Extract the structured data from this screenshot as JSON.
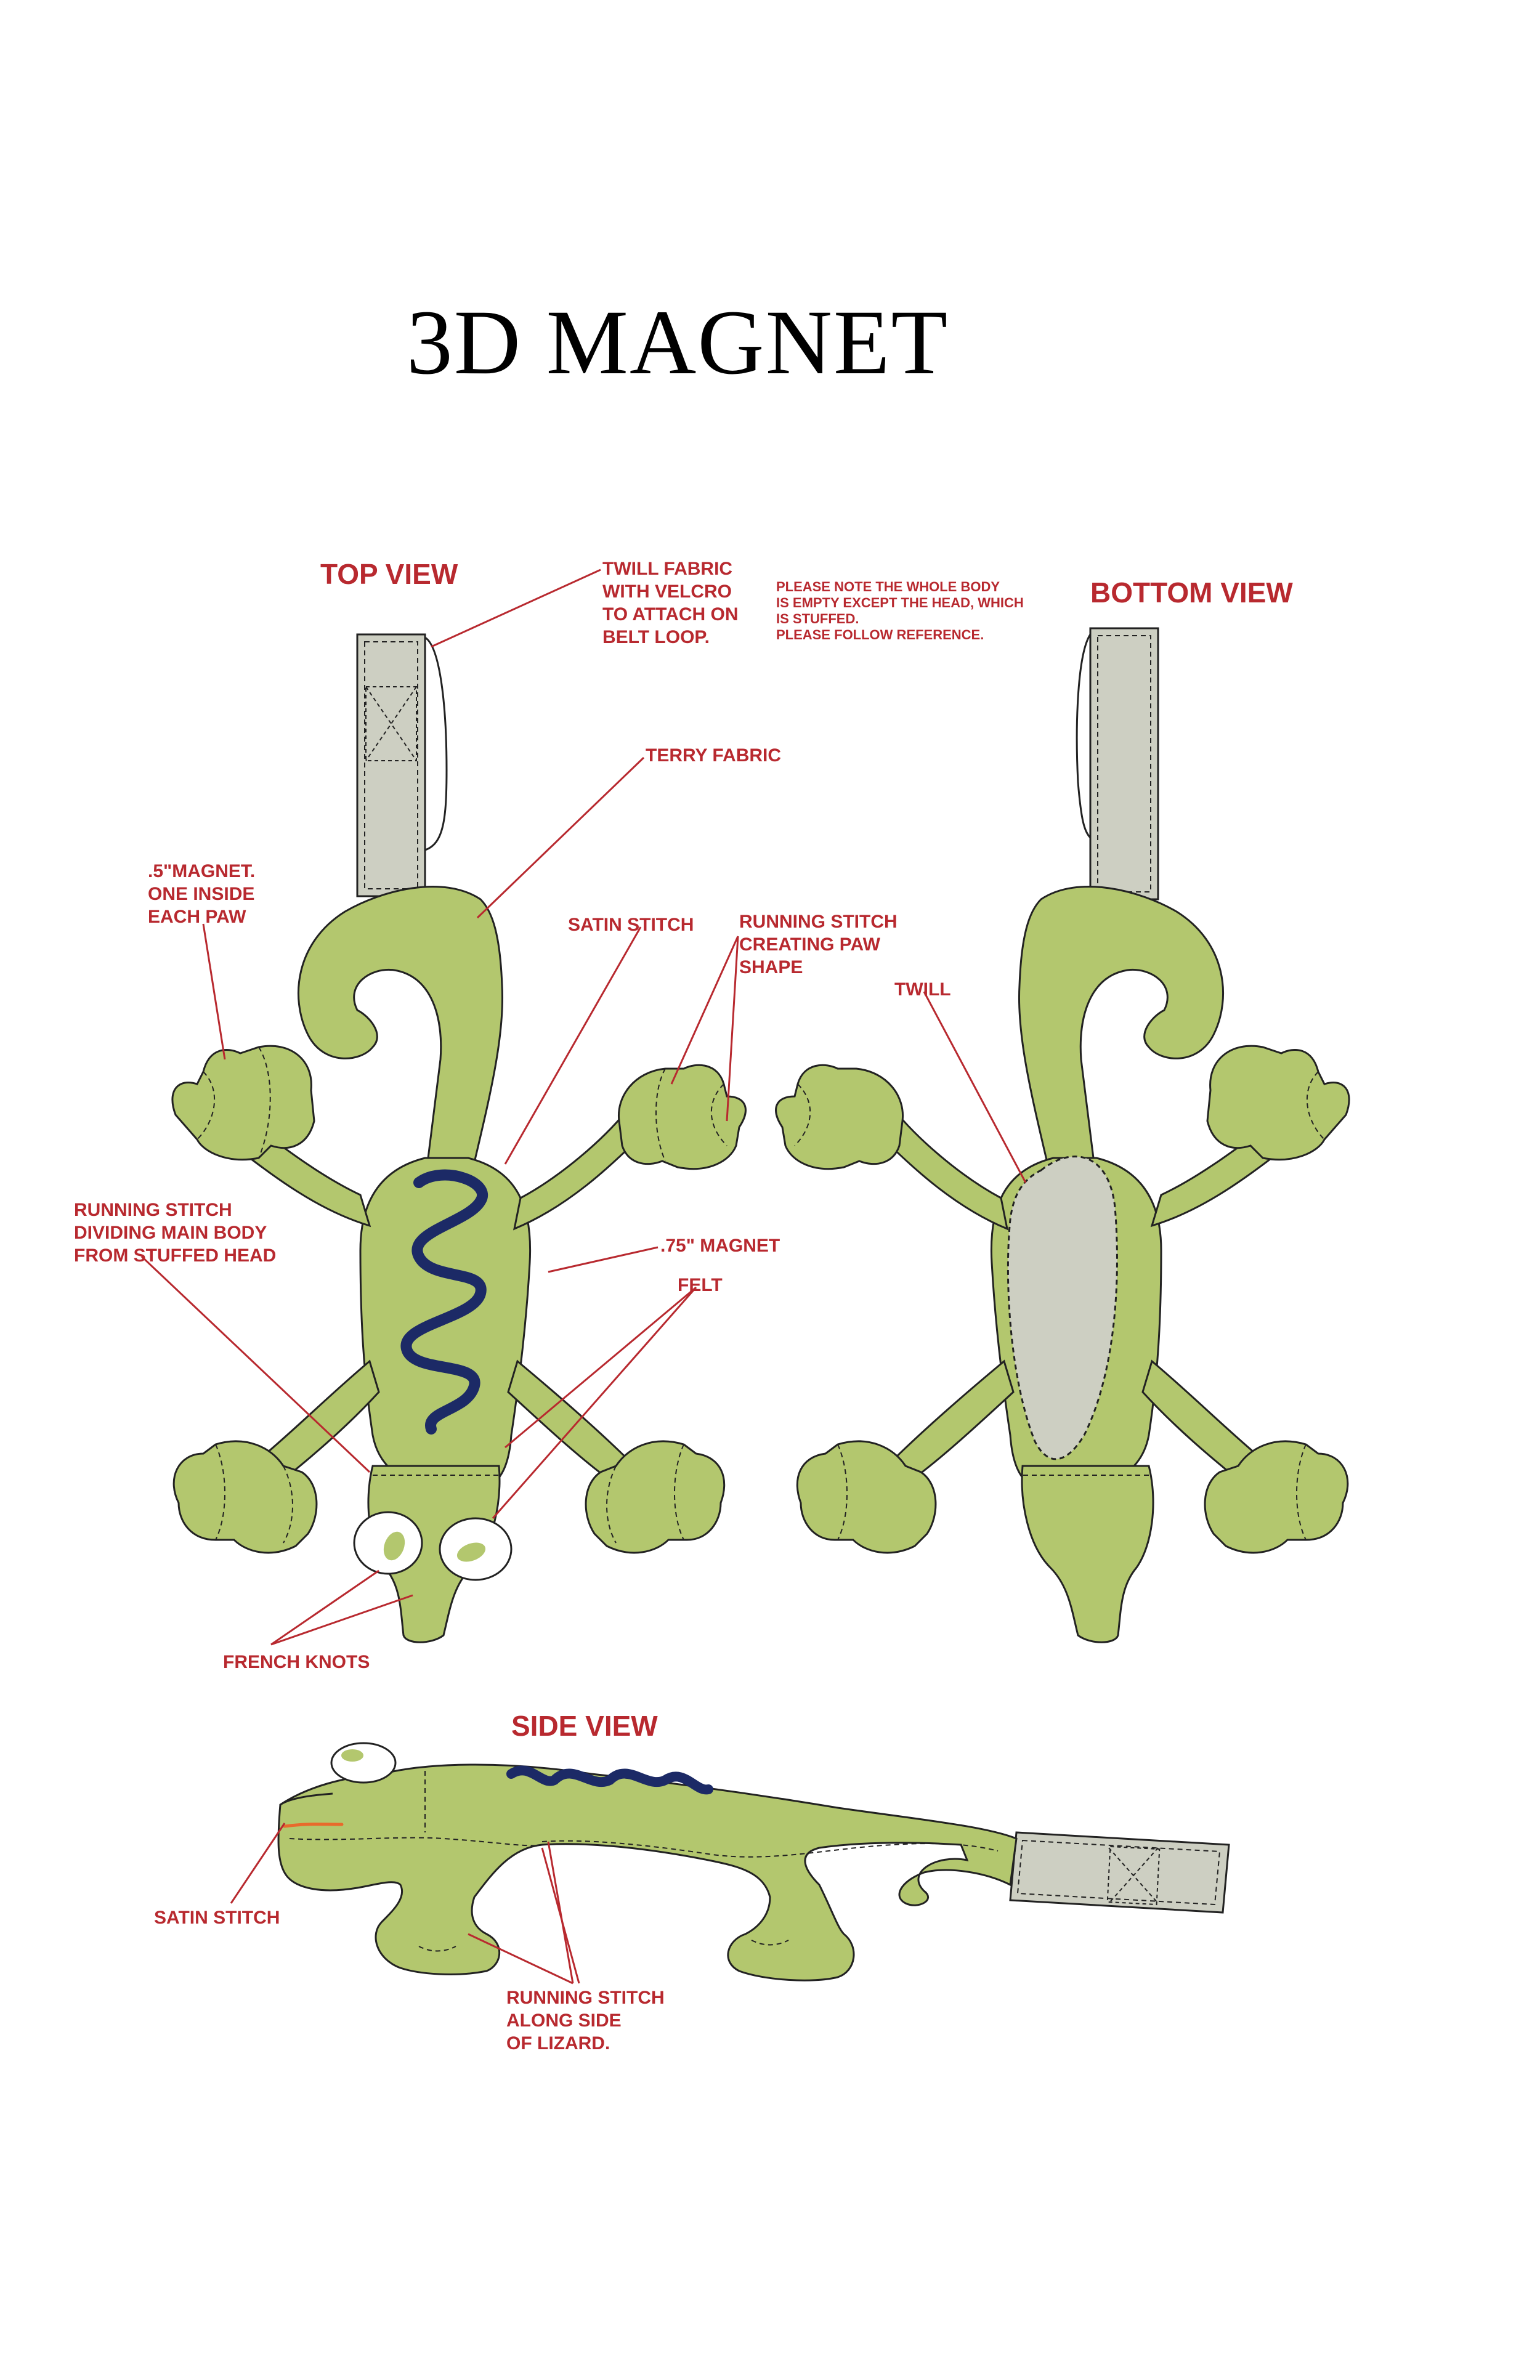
{
  "title": "3D MAGNET",
  "views": {
    "top": "TOP VIEW",
    "bottom": "BOTTOM VIEW",
    "side": "SIDE VIEW"
  },
  "note": "PLEASE NOTE THE WHOLE BODY\nIS EMPTY EXCEPT THE HEAD, WHICH\nIS STUFFED.\nPLEASE FOLLOW REFERENCE.",
  "callouts": {
    "twill_velcro": "TWILL FABRIC\nWITH VELCRO\nTO ATTACH ON\nBELT LOOP.",
    "terry": "TERRY FABRIC",
    "magnet_half": ".5\"MAGNET.\nONE INSIDE\nEACH PAW",
    "satin_top": "SATIN STITCH",
    "running_paw": "RUNNING STITCH\nCREATING PAW\nSHAPE",
    "twill_bottom": "TWILL",
    "running_head": "RUNNING STITCH\nDIVIDING MAIN BODY\nFROM STUFFED HEAD",
    "magnet_75": ".75\" MAGNET",
    "felt": "FELT",
    "french_knots": "FRENCH KNOTS",
    "satin_side": "SATIN STITCH",
    "running_side": "RUNNING STITCH\nALONG SIDE\nOF LIZARD."
  },
  "colors": {
    "body": "#b3c76e",
    "twill": "#cdcfc2",
    "label": "#b8292f",
    "zigzag": "#1c2a66",
    "outline": "#222222",
    "mouth": "#e86a2c"
  }
}
